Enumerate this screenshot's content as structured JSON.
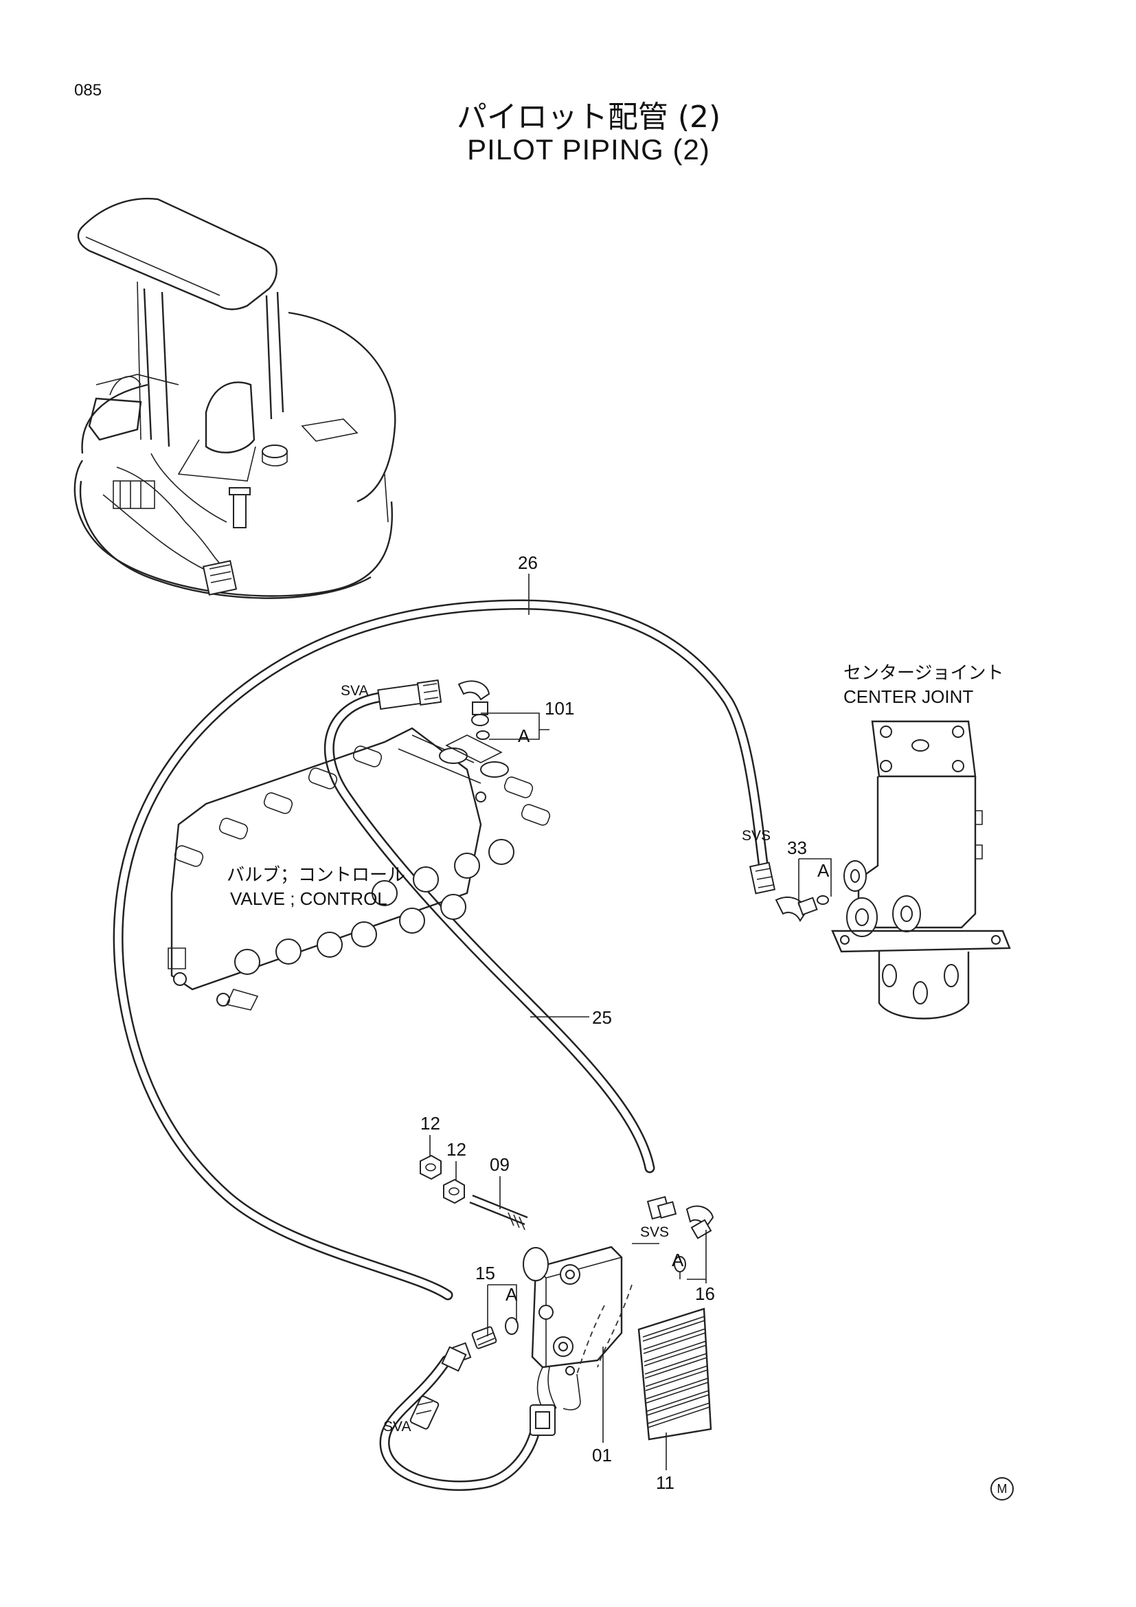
{
  "page_number": "085",
  "title_jp": "パイロット配管 (2)",
  "title_en": "PILOT PIPING (2)",
  "components": {
    "control_valve_jp": "バルブ；コントロール",
    "control_valve_en": "VALVE ; CONTROL",
    "center_joint_jp": "センタージョイント",
    "center_joint_en": "CENTER JOINT"
  },
  "callouts": {
    "p26": "26",
    "p101": "101",
    "p33": "33",
    "p25": "25",
    "p12a": "12",
    "p12b": "12",
    "p09": "09",
    "p15": "15",
    "p16": "16",
    "p01": "01",
    "p11": "11"
  },
  "port_labels": {
    "sva_top": "SVA",
    "svs_right": "SVS",
    "svs_block": "SVS",
    "sva_bottom": "SVA"
  },
  "detail_marks": {
    "a1": "A",
    "a2": "A",
    "a3": "A",
    "a4": "A"
  },
  "trademark": "M"
}
